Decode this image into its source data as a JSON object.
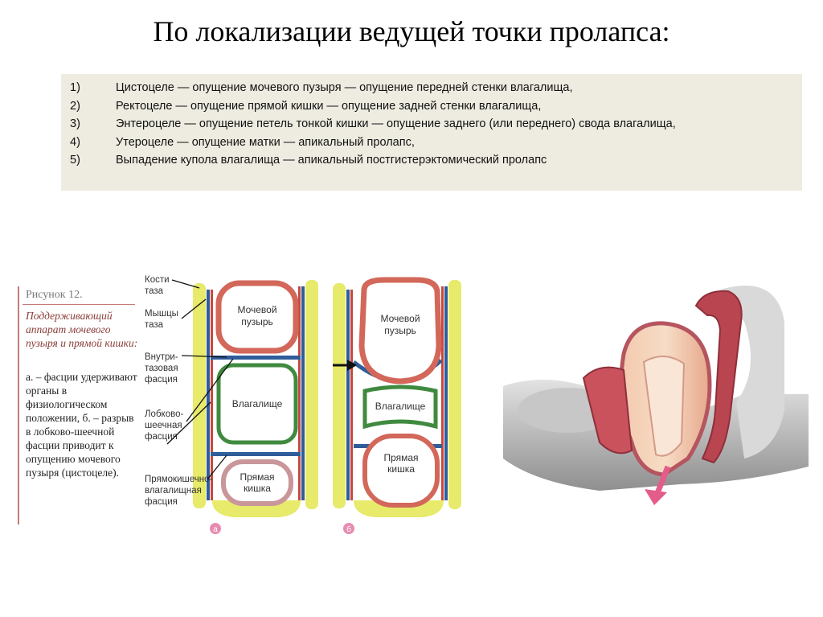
{
  "slide": {
    "title": "По локализации ведущей точки пролапса:"
  },
  "list": {
    "items": [
      {
        "num": "1)",
        "text": "Цистоцеле — опущение мочевого пузыря — опущение передней стенки влагалища,"
      },
      {
        "num": "2)",
        "text": "Ректоцеле — опущение прямой кишки — опущение задней стенки влагалища,"
      },
      {
        "num": "3)",
        "text": " Энтероцеле — опущение петель тонкой кишки — опущение заднего (или переднего) свода влагалища,"
      },
      {
        "num": "4)",
        "text": " Утероцеле — опущение матки — апикальный пролапс,"
      },
      {
        "num": "5)",
        "text": "Выпадение купола влагалища — апикальный постгистерэктомический пролапс"
      }
    ]
  },
  "figure": {
    "number": "Рисунок 12.",
    "title": "Поддерживающий аппарат мочевого пузыря и прямой кишки:",
    "description": "а. – фасции удерживают органы в физиологическом положении, б. – разрыв в лобково-шеечной фасции приводит к опущению мочевого пузыря (цистоцеле).",
    "labels": {
      "bones_1": "Кости",
      "bones_2": "таза",
      "muscles_1": "Мышцы",
      "muscles_2": "таза",
      "endo_1": "Внутри-",
      "endo_2": "тазовая",
      "endo_3": "фасция",
      "pubo_1": "Лобково-",
      "pubo_2": "шеечная",
      "pubo_3": "фасция",
      "recto_1": "Прямокишечно-",
      "recto_2": "влагалищная",
      "recto_3": "фасция",
      "bladder_1": "Мочевой",
      "bladder_2": "пузырь",
      "vagina": "Влагалище",
      "rectum_1": "Прямая",
      "rectum_2": "кишка",
      "panel_a": "а",
      "panel_b": "б"
    }
  },
  "colors": {
    "title_box_bg": "#eeece1",
    "bone": "#e7ea6a",
    "muscle_blue": "#2f5d9a",
    "fascia_red": "#c8473c",
    "organ_rim": "#d2675a",
    "vagina_green": "#3f8a3f",
    "rectum_rim": "#c9969a"
  }
}
